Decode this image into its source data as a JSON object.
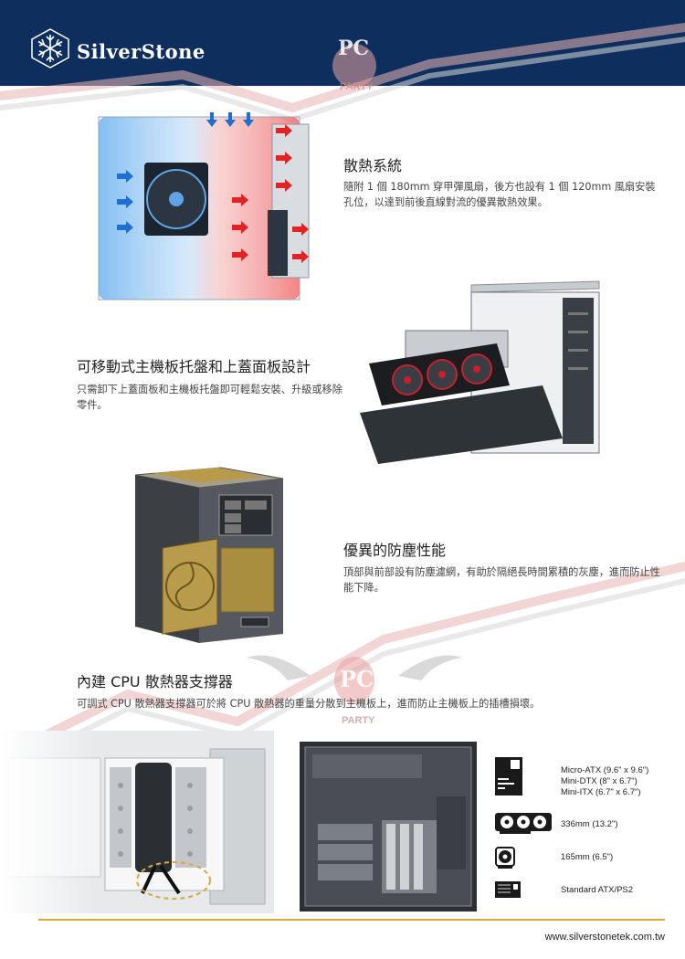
{
  "brand": {
    "name": "SilverStone"
  },
  "watermark": {
    "text": "PC",
    "subtext": "PARTY"
  },
  "sections": [
    {
      "title": "散熱系統",
      "body": "隨附 1 個 180mm 穿甲彈風扇，後方也設有 1 個 120mm 風扇安裝孔位，以達到前後直線對流的優異散熱效果。"
    },
    {
      "title": "可移動式主機板托盤和上蓋面板設計",
      "body": "只需卸下上蓋面板和主機板托盤即可輕鬆安裝、升級或移除零件。"
    },
    {
      "title": "優異的防塵性能",
      "body": "頂部與前部設有防塵濾網，有助於隔絕長時間累積的灰塵，進而防止性能下降。"
    },
    {
      "title": "內建 CPU 散熱器支撐器",
      "body": "可調式 CPU 散熱器支撐器可於將 CPU 散熱器的重量分散到主機板上，進而防止主機板上的插槽損壞。"
    }
  ],
  "specs": [
    {
      "icon": "motherboard-icon",
      "lines": [
        "Micro-ATX (9.6\" x 9.6\")",
        "Mini-DTX (8\" x 6.7\")",
        "Mini-ITX (6.7\" x 6.7\")"
      ]
    },
    {
      "icon": "graphics-card-icon",
      "lines": [
        "336mm (13.2\")"
      ]
    },
    {
      "icon": "cpu-cooler-icon",
      "lines": [
        "165mm (6.5\")"
      ]
    },
    {
      "icon": "power-supply-icon",
      "lines": [
        "Standard ATX/PS2"
      ]
    }
  ],
  "footer": {
    "url": "www.silverstonetek.com.tw"
  },
  "colors": {
    "header": "#0e2f5e",
    "accent_gold": "#d9a93c",
    "cool_blue": "#2f8fe0",
    "warm_red": "#e03030"
  }
}
